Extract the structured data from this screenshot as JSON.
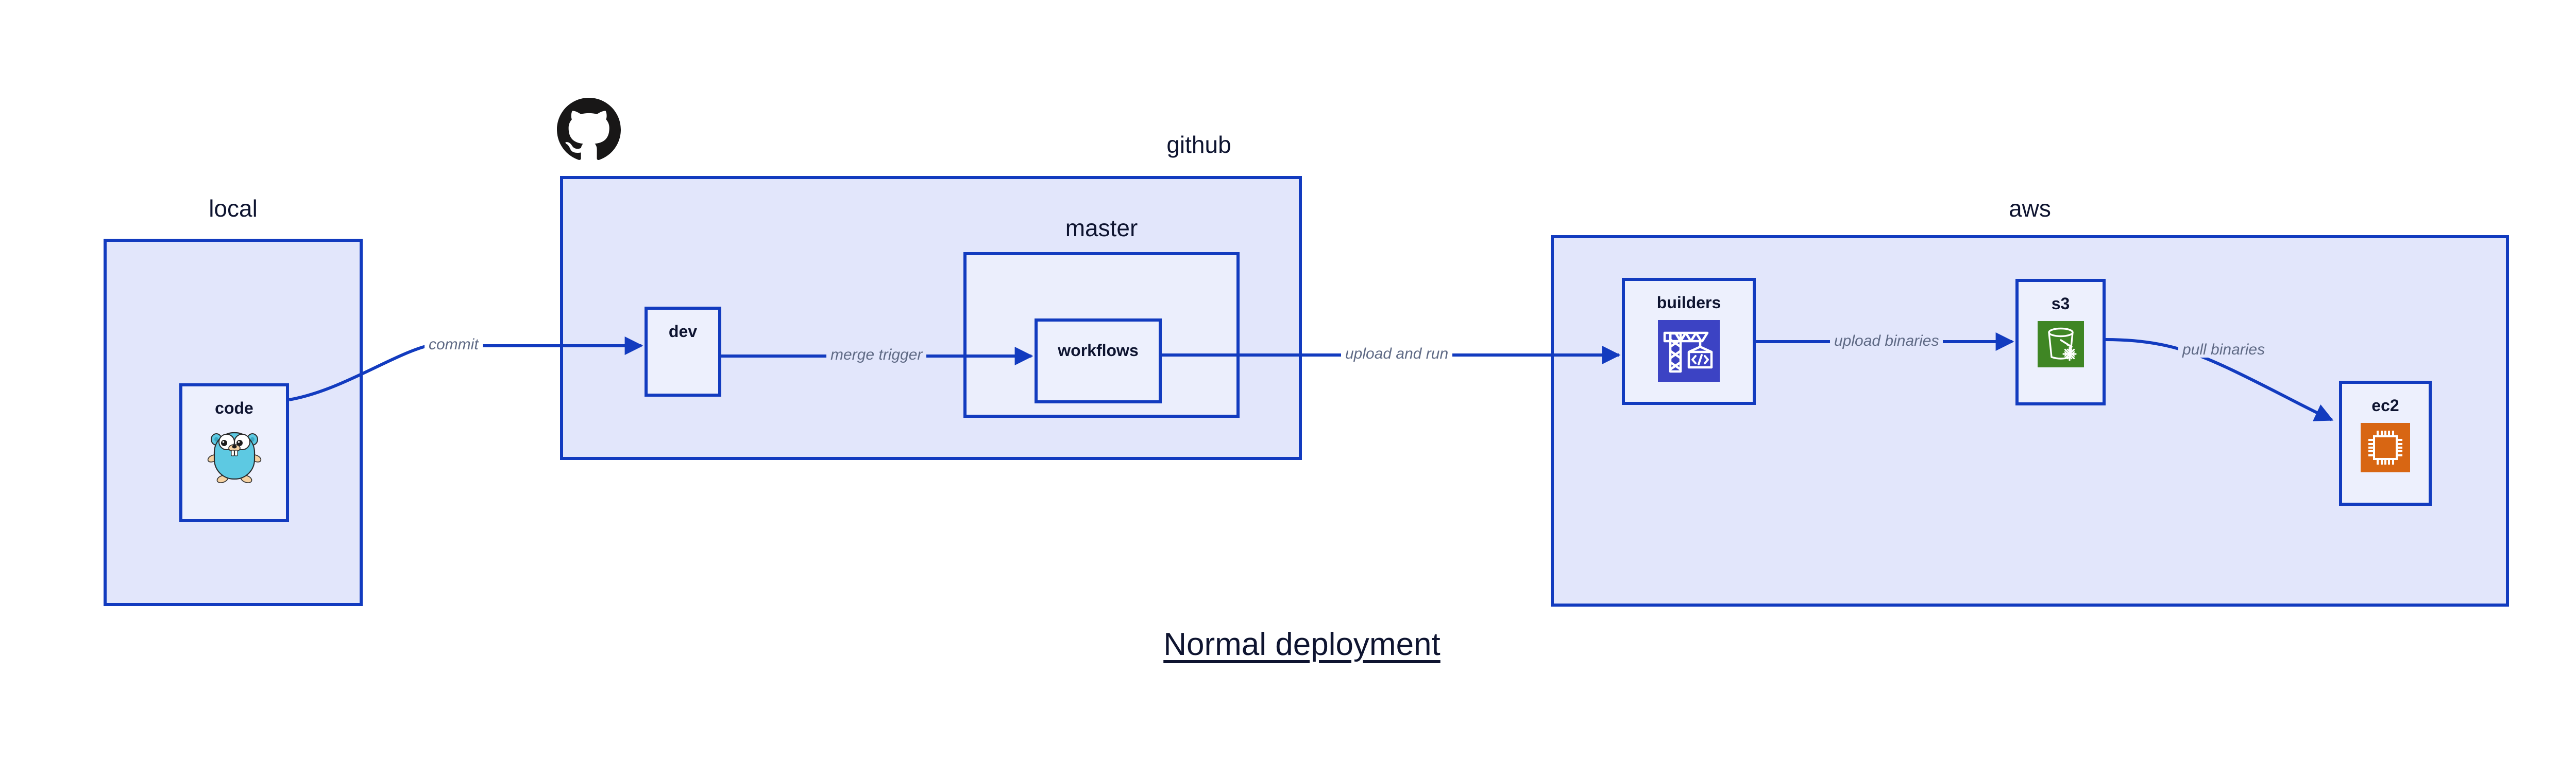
{
  "diagram": {
    "title": "Normal deployment",
    "background_color": "#ffffff",
    "accent_color": "#123BBF",
    "cluster_fill": "#E2E6FB",
    "node_fill": "#EDF0FD",
    "label_color": "#0E1430",
    "edge_label_color": "#5F6A85"
  },
  "clusters": [
    {
      "id": "local",
      "label": "local"
    },
    {
      "id": "github",
      "label": "github"
    },
    {
      "id": "master",
      "label": "master"
    },
    {
      "id": "aws",
      "label": "aws"
    }
  ],
  "nodes": [
    {
      "id": "code",
      "label": "code",
      "icon": "golang-gopher-icon",
      "icon_color": "#5DC9E2"
    },
    {
      "id": "dev",
      "label": "dev",
      "icon": "none",
      "icon_color": ""
    },
    {
      "id": "workflows",
      "label": "workflows",
      "icon": "none",
      "icon_color": ""
    },
    {
      "id": "builders",
      "label": "builders",
      "icon": "aws-codebuild-icon",
      "icon_color": "#3C43C4"
    },
    {
      "id": "s3",
      "label": "s3",
      "icon": "aws-s3-glacier-icon",
      "icon_color": "#3F8624"
    },
    {
      "id": "ec2",
      "label": "ec2",
      "icon": "aws-ec2-icon",
      "icon_color": "#D86613"
    }
  ],
  "edges": [
    {
      "id": "code-dev",
      "from": "code",
      "to": "dev",
      "label": "commit"
    },
    {
      "id": "dev-workflows",
      "from": "dev",
      "to": "workflows",
      "label": "merge trigger"
    },
    {
      "id": "workflows-build",
      "from": "workflows",
      "to": "builders",
      "label": "upload and run"
    },
    {
      "id": "builders-s3",
      "from": "builders",
      "to": "s3",
      "label": "upload binaries"
    },
    {
      "id": "s3-ec2",
      "from": "s3",
      "to": "ec2",
      "label": "pull binaries"
    }
  ],
  "branding": {
    "github_mark": "github-logo-icon"
  }
}
